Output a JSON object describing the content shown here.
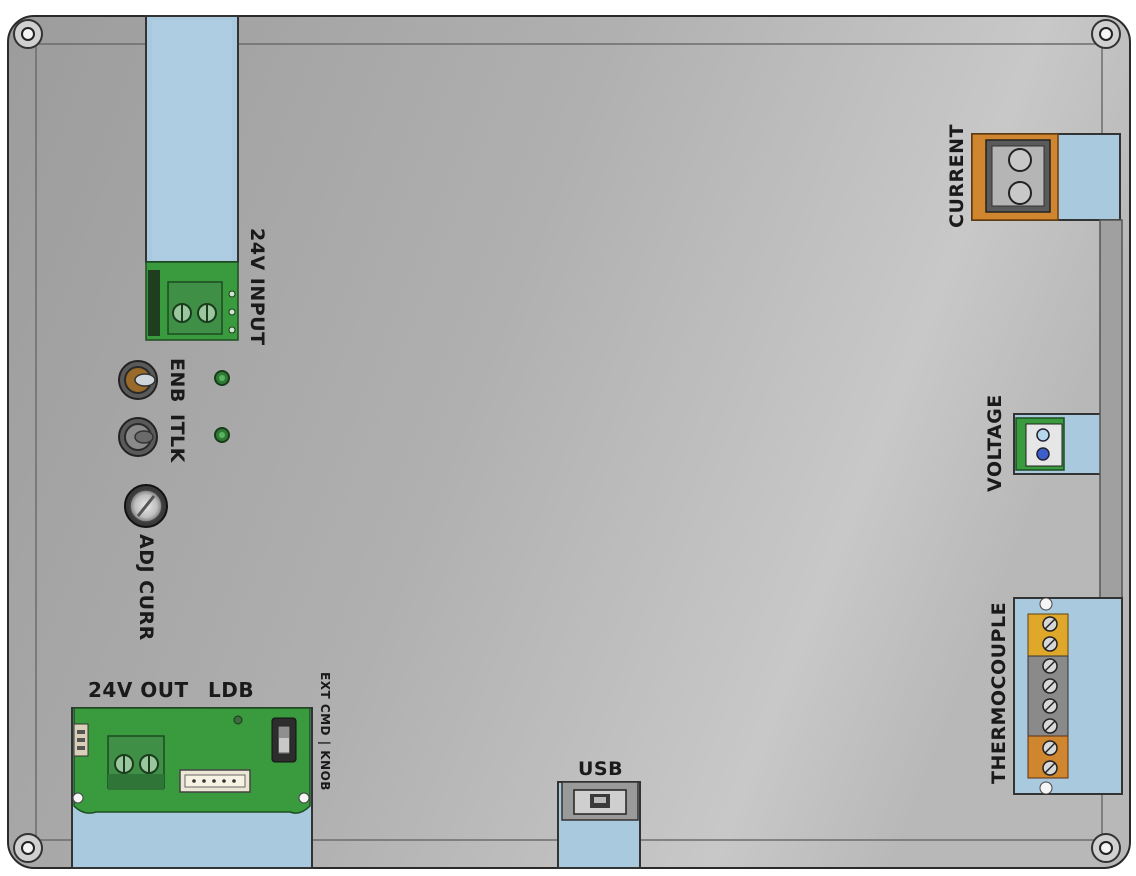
{
  "labels": {
    "input_24v": "24V INPUT",
    "enb": "ENB",
    "itlk": "ITLK",
    "adj_curr": "ADJ CURR",
    "out_24v": "24V OUT",
    "ldb": "LDB",
    "ext_cmd_knob": "EXT CMD | KNOB",
    "usb": "USB",
    "current": "CURRENT",
    "voltage": "VOLTAGE",
    "thermocouple": "THERMOCOUPLE"
  },
  "colors": {
    "panel": "#b4b4b4",
    "panel_edge": "#2a2a2a",
    "cutout": "#a9c9df",
    "pcb": "#3a9a3e",
    "terminal_green": "#3c8a43",
    "terminal_orange": "#d0862f",
    "terminal_yellow": "#e0a82a",
    "terminal_gray": "#8a8a8a"
  },
  "icons": {
    "mount_hole": "mount-hole-icon",
    "screw": "screw-icon",
    "toggle_switch": "toggle-switch-icon",
    "knob": "knob-icon",
    "led": "led-icon",
    "usb_port": "usb-port-icon",
    "slide_switch": "slide-switch-icon"
  }
}
